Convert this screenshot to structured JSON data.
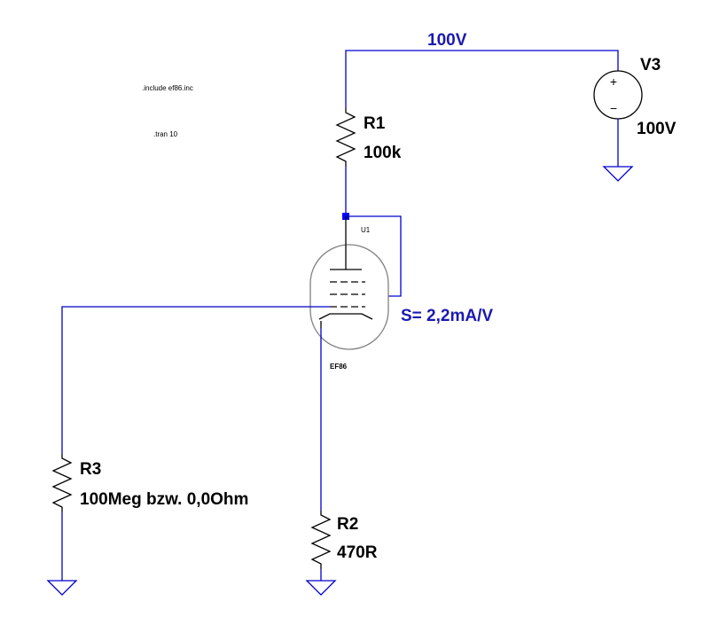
{
  "directives": {
    "include": ".include ef86.inc",
    "tran": ".tran 10"
  },
  "net_label": "100V",
  "components": {
    "r1": {
      "name": "R1",
      "value": "100k"
    },
    "r2": {
      "name": "R2",
      "value": "470R"
    },
    "r3": {
      "name": "R3",
      "value": "100Meg bzw. 0,0Ohm"
    },
    "v3": {
      "name": "V3",
      "value": "100V",
      "plus": "+",
      "minus": "−"
    },
    "u1": {
      "name": "U1",
      "model": "EF86"
    }
  },
  "annotation": "S= 2,2mA/V",
  "colors": {
    "wire": "#0000cc",
    "annotation": "#1a1ab0",
    "tube_outline": "#808080",
    "junction": "#0000ff"
  }
}
